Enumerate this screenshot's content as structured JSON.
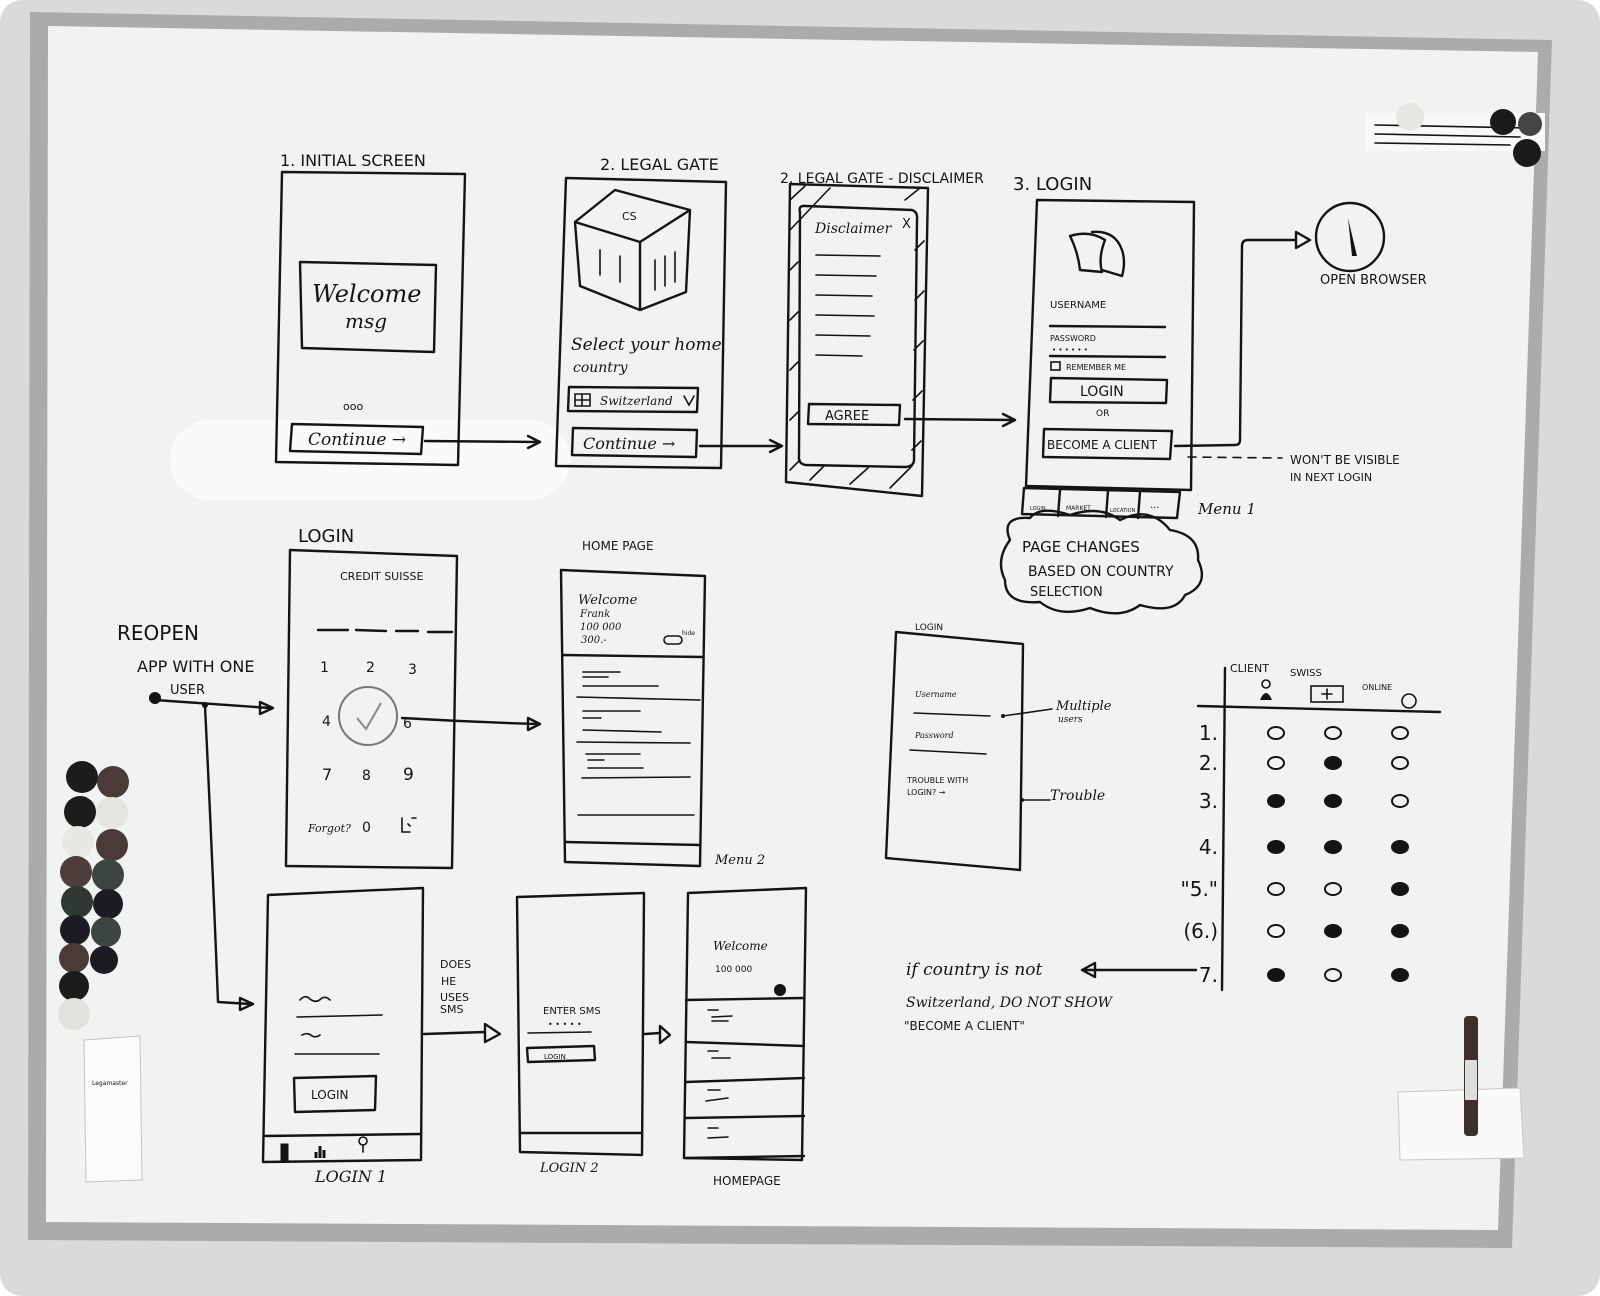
{
  "colors": {
    "ink": "#141414",
    "board": "#f1f2f2",
    "frame": "#a9abad",
    "background": "#d9dadb"
  },
  "screens": {
    "initial": {
      "title": "1. INITIAL SCREEN",
      "welcome_line1": "Welcome",
      "welcome_line2": "msg",
      "loader": "ooo",
      "button": "Continue →"
    },
    "legal_gate": {
      "title": "2. LEGAL GATE",
      "logo": "CS",
      "prompt_line1": "Select your home",
      "prompt_line2": "country",
      "dropdown_value": "Switzerland",
      "button": "Continue →"
    },
    "disclaimer": {
      "title": "2. LEGAL GATE - DISCLAIMER",
      "heading": "Disclaimer",
      "close": "X",
      "button": "AGREE"
    },
    "login3": {
      "title": "3. LOGIN",
      "username_label": "USERNAME",
      "password_label": "PASSWORD",
      "password_mask": "• • • • • •",
      "remember_label": "REMEMBER ME",
      "login_button": "LOGIN",
      "or": "OR",
      "become_client_button": "BECOME A CLIENT",
      "menu_tabs": [
        "LOGIN",
        "MARKET",
        "LOCATION",
        "..."
      ],
      "menu_label": "Menu 1"
    },
    "pin_login": {
      "title": "LOGIN",
      "brand": "CREDIT SUISSE",
      "keys": [
        "1",
        "2",
        "3",
        "4",
        "",
        "6",
        "7",
        "8",
        "9",
        "Forgot?",
        "0",
        ""
      ]
    },
    "home": {
      "title": "HOME PAGE",
      "welcome": "Welcome",
      "name": "Frank",
      "amount": "100 000",
      "sub_amount": "300.-",
      "toggle_label": "hide",
      "menu_label": "Menu 2"
    },
    "login1": {
      "login_button": "LOGIN",
      "caption": "LOGIN 1"
    },
    "login2": {
      "prompt": "ENTER SMS",
      "mask": "• • • • •",
      "login_button": "LOGIN",
      "caption": "LOGIN 2"
    },
    "homepage2": {
      "welcome": "Welcome",
      "amount": "100 000",
      "caption": "HOMEPAGE"
    },
    "login_small": {
      "title": "LOGIN",
      "username": "Username",
      "password": "Password",
      "trouble_line1": "TROUBLE WITH",
      "trouble_line2": "LOGIN? →"
    }
  },
  "annotations": {
    "open_browser": "OPEN BROWSER",
    "not_visible_line1": "WON'T BE VISIBLE",
    "not_visible_line2": "IN NEXT LOGIN",
    "cloud_line1": "PAGE CHANGES",
    "cloud_line2": "BASED ON COUNTRY",
    "cloud_line3": "SELECTION",
    "reopen_line1": "REOPEN",
    "reopen_line2": "APP WITH ONE",
    "reopen_line3": "USER",
    "sms_line1": "DOES",
    "sms_line2": "HE",
    "sms_line3": "USES",
    "sms_line4": "SMS",
    "multiple_users_line1": "Multiple",
    "multiple_users_line2": "users",
    "trouble": "Trouble",
    "rule_line1": "if country is not",
    "rule_line2": "Switzerland, DO NOT SHOW",
    "rule_line3": "\"BECOME A CLIENT\""
  },
  "matrix": {
    "columns": [
      "CLIENT",
      "SWISS",
      "ONLINE"
    ],
    "rows": [
      {
        "label": "1.",
        "values": [
          false,
          false,
          false
        ]
      },
      {
        "label": "2.",
        "values": [
          false,
          true,
          false
        ]
      },
      {
        "label": "3.",
        "values": [
          true,
          true,
          false
        ]
      },
      {
        "label": "4.",
        "values": [
          true,
          true,
          true
        ]
      },
      {
        "label": "\"5.\"",
        "values": [
          false,
          false,
          true
        ]
      },
      {
        "label": "(6.)",
        "values": [
          false,
          true,
          true
        ]
      },
      {
        "label": "7.",
        "values": [
          true,
          false,
          true
        ]
      }
    ]
  },
  "eraser_brand": "Legamaster"
}
